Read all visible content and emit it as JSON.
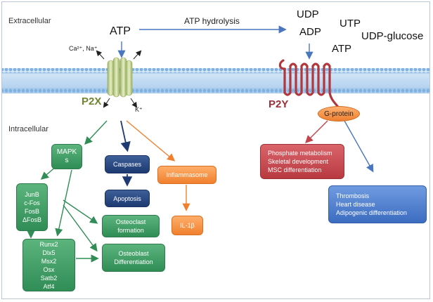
{
  "regions": {
    "extracellular": "Extracellular",
    "intracellular": "Intracellular"
  },
  "atp_left": "ATP",
  "hydrolysis": "ATP hydrolysis",
  "nucleotides": {
    "udp": "UDP",
    "utp": "UTP",
    "adp": "ADP",
    "udp_glucose": "UDP-glucose",
    "atp": "ATP"
  },
  "ions_in": "Ca²⁺, Na⁺",
  "ion_out": "K⁺",
  "receptors": {
    "p2x": "P2X",
    "p2y": "P2Y",
    "g_protein": "G-protein"
  },
  "p2x_boxes": {
    "mapks": [
      "MAPK",
      "s"
    ],
    "caspases": "Caspases",
    "inflammasome": "Inflammasome",
    "apoptosis": "Apoptosis",
    "ap1": [
      "JunB",
      "c-Fos",
      "FosB",
      "ΔFosB"
    ],
    "osteoclast": [
      "Osteoclast",
      "formation"
    ],
    "il1b": "IL-1β",
    "tf": [
      "Runx2",
      "Dlx5",
      "Msx2",
      "Osx",
      "Satb2",
      "Atf4"
    ],
    "osteoblast": [
      "Osteoblast",
      "Differentiation"
    ]
  },
  "p2y_boxes": {
    "phosphate": [
      "Phosphate metabolism",
      "Skeletal development",
      "MSC differentiation"
    ],
    "thrombosis": [
      "Thrombosis",
      "Heart disease",
      "Adipogenic differentiation"
    ]
  },
  "colors": {
    "membrane": "#7fb2e0",
    "channel": "#c9d79a",
    "receptor_coil": "#b2373d",
    "green_arrow": "#2f8d55",
    "navy_arrow": "#1d3a72",
    "orange_arrow": "#f0802e",
    "red_arrow": "#c0464c",
    "blue_arrow": "#4a76bf"
  }
}
